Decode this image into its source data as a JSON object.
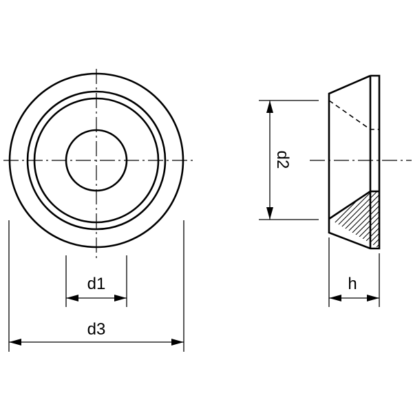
{
  "labels": {
    "d1": "d1",
    "d2": "d2",
    "d3": "d3",
    "h": "h"
  },
  "colors": {
    "line": "#000000",
    "background": "#ffffff"
  }
}
